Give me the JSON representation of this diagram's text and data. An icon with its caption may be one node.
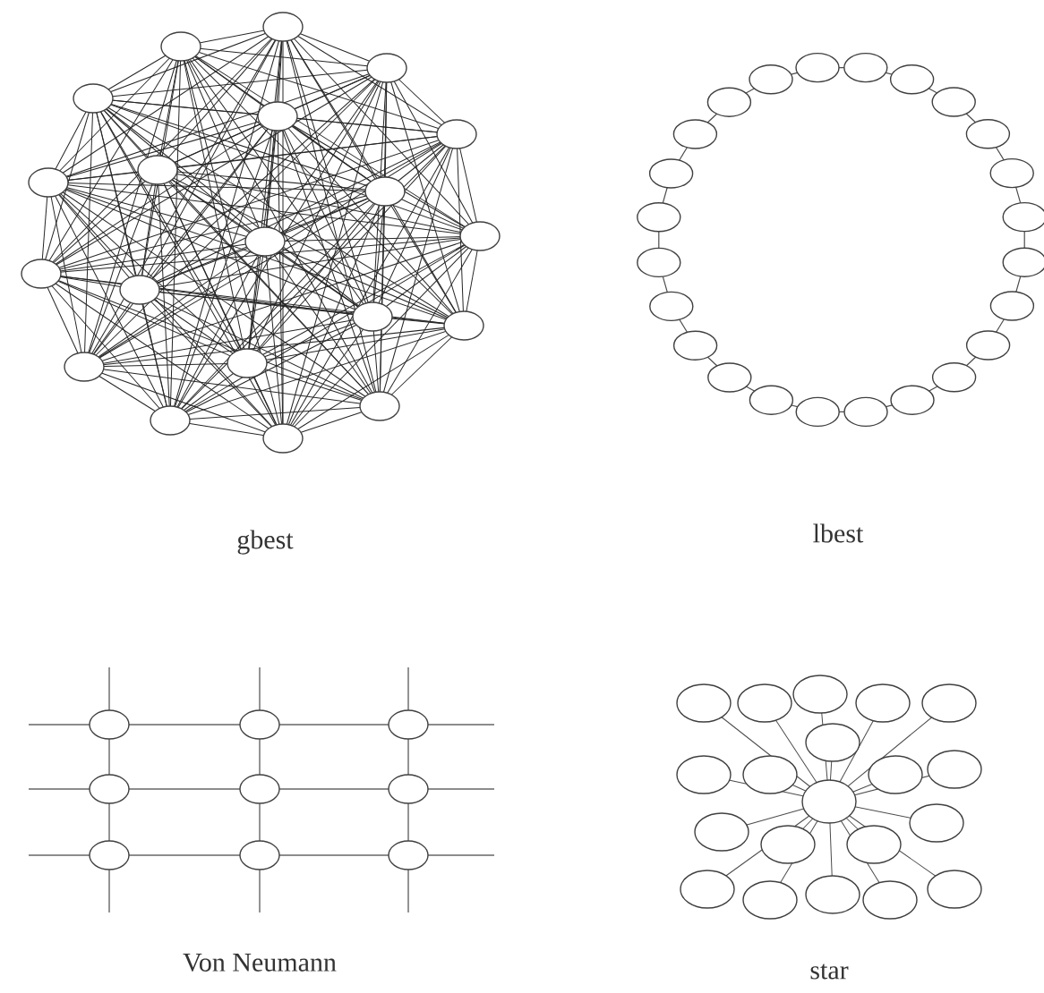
{
  "diagram": {
    "labels": [
      "gbest",
      "lbest",
      "Von Neumann",
      "star"
    ]
  }
}
